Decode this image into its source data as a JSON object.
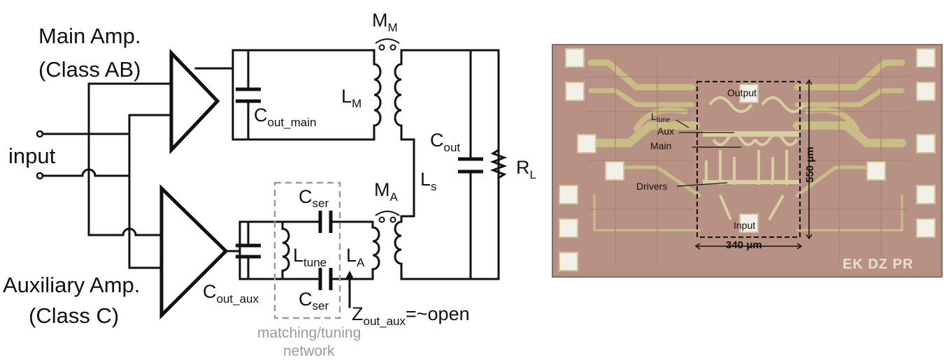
{
  "schematic": {
    "main_amp": {
      "line1": "Main Amp.",
      "line2": "(Class AB)"
    },
    "aux_amp": {
      "line1": "Auxiliary Amp.",
      "line2": "(Class C)"
    },
    "input_label": "input",
    "mm": {
      "main": "M",
      "sub": "M"
    },
    "ma": {
      "main": "M",
      "sub": "A"
    },
    "lm": {
      "main": "L",
      "sub": "M"
    },
    "la": {
      "main": "L",
      "sub": "A"
    },
    "ls": {
      "main": "L",
      "sub": "s"
    },
    "rl": {
      "main": "R",
      "sub": "L"
    },
    "cout": {
      "main": "C",
      "sub": "out"
    },
    "cout_main": {
      "main": "C",
      "sub": "out_main"
    },
    "cout_aux": {
      "main": "C",
      "sub": "out_aux"
    },
    "cser_top": {
      "main": "C",
      "sub": "ser"
    },
    "cser_bot": {
      "main": "C",
      "sub": "ser"
    },
    "ltune": {
      "main": "L",
      "sub": "tune"
    },
    "zout": {
      "main": "Z",
      "sub": "out_aux",
      "suffix": "=~open"
    },
    "network": {
      "line1": "matching/tuning",
      "line2": "network"
    }
  },
  "die_photo": {
    "colors": {
      "substrate": "#b48f82",
      "metal": "#c9bd86",
      "pad": "#f2efe8",
      "border": "#8a6a5e"
    },
    "labels": {
      "output": "Output",
      "ltune": {
        "main": "L",
        "sub": "tune"
      },
      "aux": "Aux",
      "main": "Main",
      "drivers": "Drivers",
      "input": "Input",
      "width": "340 μm",
      "height": "550 μm",
      "initials": "EK DZ PR"
    }
  }
}
